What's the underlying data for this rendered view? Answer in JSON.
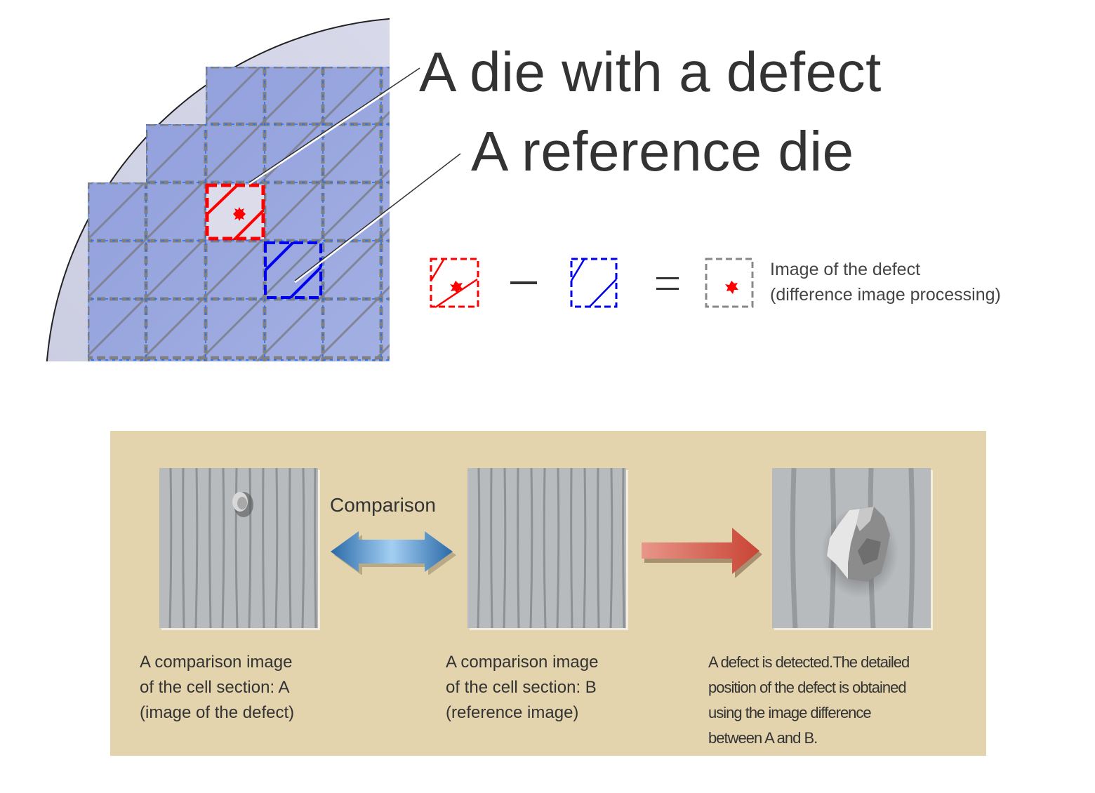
{
  "top_diagram": {
    "callouts": {
      "defect_die": "A die with a defect",
      "reference_die": "A reference die"
    },
    "equation": {
      "minus": "−",
      "equals": "=",
      "result_line1": "Image of the defect",
      "result_line2": "(difference image processing)"
    },
    "colors": {
      "wafer_fill": "#d5d7e8",
      "die_fill": "#97a6dd",
      "grid_gray": "#808080",
      "grid_blue": "#1a6fff",
      "defect_red": "#ff0000",
      "reference_blue": "#0000ee"
    }
  },
  "bottom_panel": {
    "background": "#e3d4ae",
    "comparison_label": "Comparison",
    "captions": {
      "image_a": [
        "A comparison image",
        "of the cell section: A",
        "(image of the defect)"
      ],
      "image_b": [
        "A comparison image",
        "of the cell section: B",
        "(reference image)"
      ],
      "result": [
        "A defect is detected.The detailed",
        "position of the defect is obtained",
        "using the image difference",
        "between A and B."
      ]
    },
    "colors": {
      "cell_gray": "#b8bbbe",
      "line_gray": "#8e9194",
      "blue_arrow": "#3f82c4",
      "red_arrow": "#d04a3a"
    }
  }
}
